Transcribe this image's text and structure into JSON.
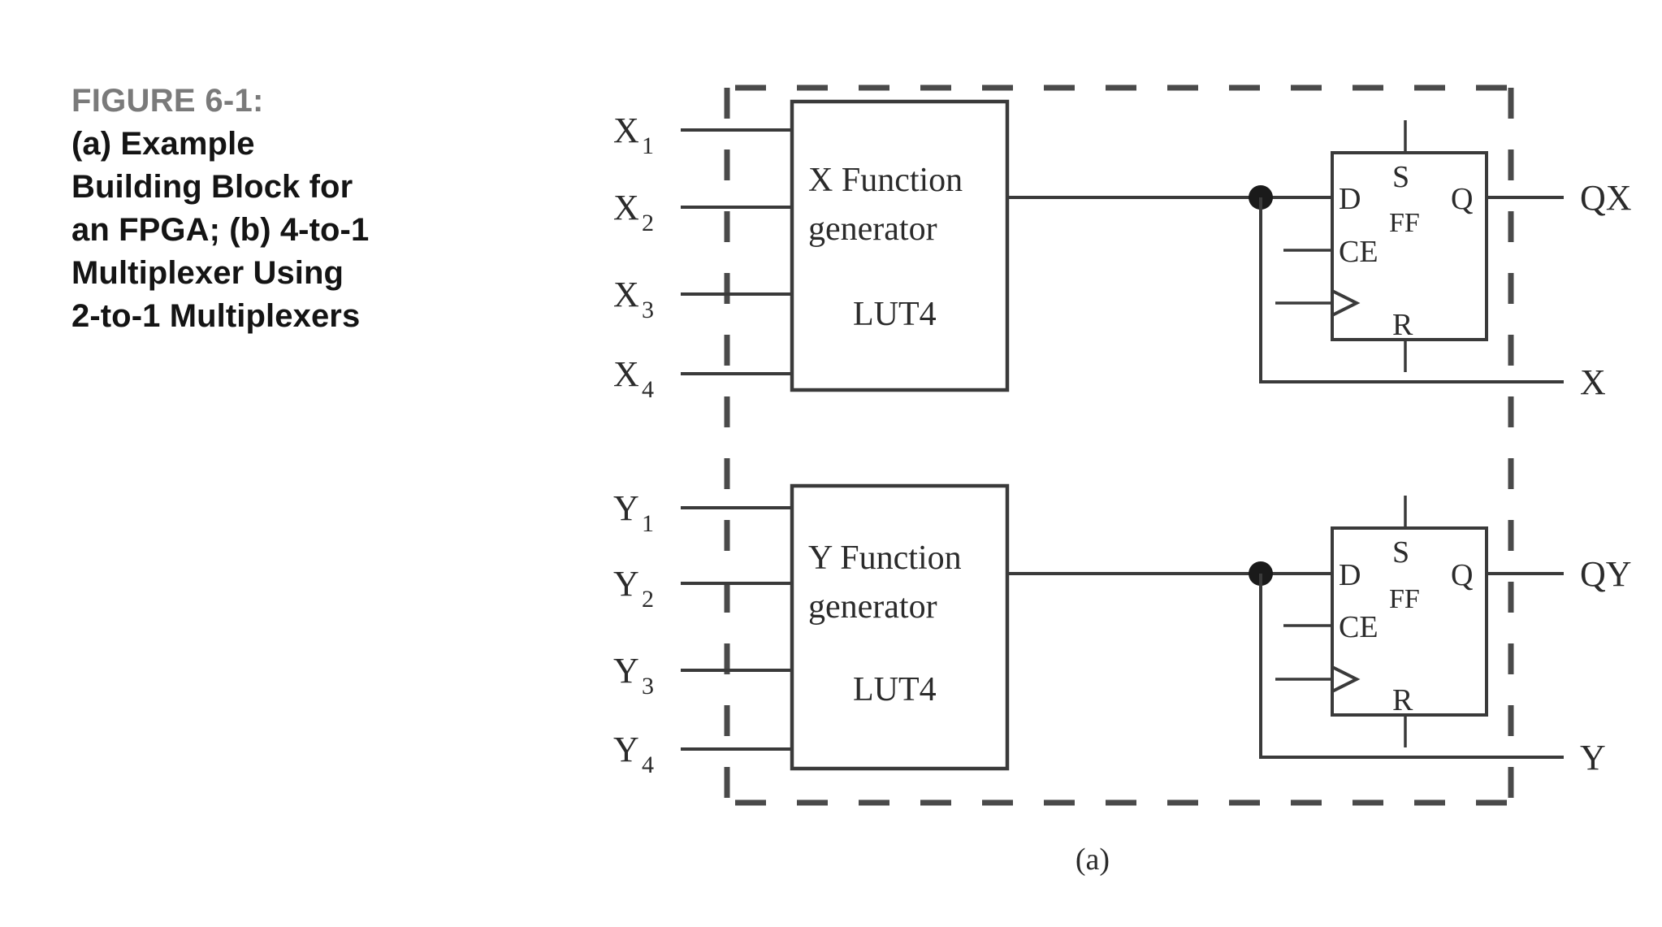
{
  "caption": {
    "figure_number": "FIGURE 6-1:",
    "lines": [
      "(a) Example",
      "Building Block for",
      "an FPGA; (b) 4-to-1",
      "Multiplexer Using",
      "2-to-1 Multiplexers"
    ]
  },
  "diagram": {
    "part_label": "(a)",
    "colors": {
      "wire": "#3a3a3a",
      "text": "#2b2b2b",
      "dashed_boundary": "#4a4a4a",
      "figure_number_gray": "#7a7a7a",
      "background": "#ffffff"
    },
    "blocks": [
      {
        "id": "x-lut",
        "title_line1": "X Function",
        "title_line2": "generator",
        "subtitle": "LUT4",
        "inputs": [
          {
            "label": "X",
            "subscript": "1"
          },
          {
            "label": "X",
            "subscript": "2"
          },
          {
            "label": "X",
            "subscript": "3"
          },
          {
            "label": "X",
            "subscript": "4"
          }
        ]
      },
      {
        "id": "y-lut",
        "title_line1": "Y Function",
        "title_line2": "generator",
        "subtitle": "LUT4",
        "inputs": [
          {
            "label": "Y",
            "subscript": "1"
          },
          {
            "label": "Y",
            "subscript": "2"
          },
          {
            "label": "Y",
            "subscript": "3"
          },
          {
            "label": "Y",
            "subscript": "4"
          }
        ]
      }
    ],
    "flipflops": [
      {
        "id": "x-ff",
        "name": "FF",
        "pin_d": "D",
        "pin_ce": "CE",
        "pin_s": "S",
        "pin_r": "R",
        "pin_q": "Q",
        "output_q": "QX",
        "output_direct": "X"
      },
      {
        "id": "y-ff",
        "name": "FF",
        "pin_d": "D",
        "pin_ce": "CE",
        "pin_s": "S",
        "pin_r": "R",
        "pin_q": "Q",
        "output_q": "QY",
        "output_direct": "Y"
      }
    ]
  }
}
